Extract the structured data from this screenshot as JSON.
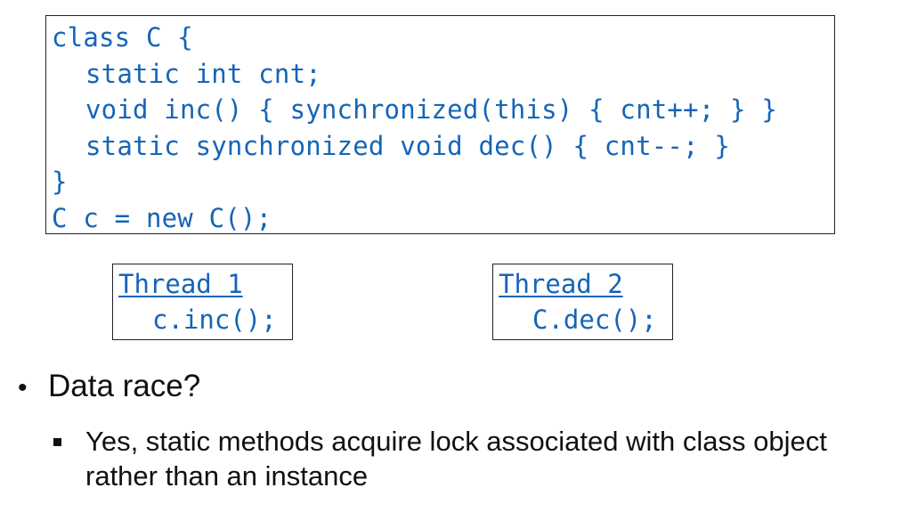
{
  "code": {
    "lines": [
      "class C {",
      "static int cnt;",
      "void inc() { synchronized(this) { cnt++; } }",
      "static synchronized void dec() { cnt--; }",
      "}",
      "C c = new C();"
    ]
  },
  "threads": [
    {
      "title": "Thread 1",
      "call": "c.inc();"
    },
    {
      "title": "Thread 2",
      "call": "C.dec();"
    }
  ],
  "bullets": {
    "question": "Data race?",
    "answer": "Yes, static methods acquire lock associated with class object rather than an instance"
  },
  "colors": {
    "code": "#1565b8",
    "text": "#111111",
    "border": "#222222"
  }
}
